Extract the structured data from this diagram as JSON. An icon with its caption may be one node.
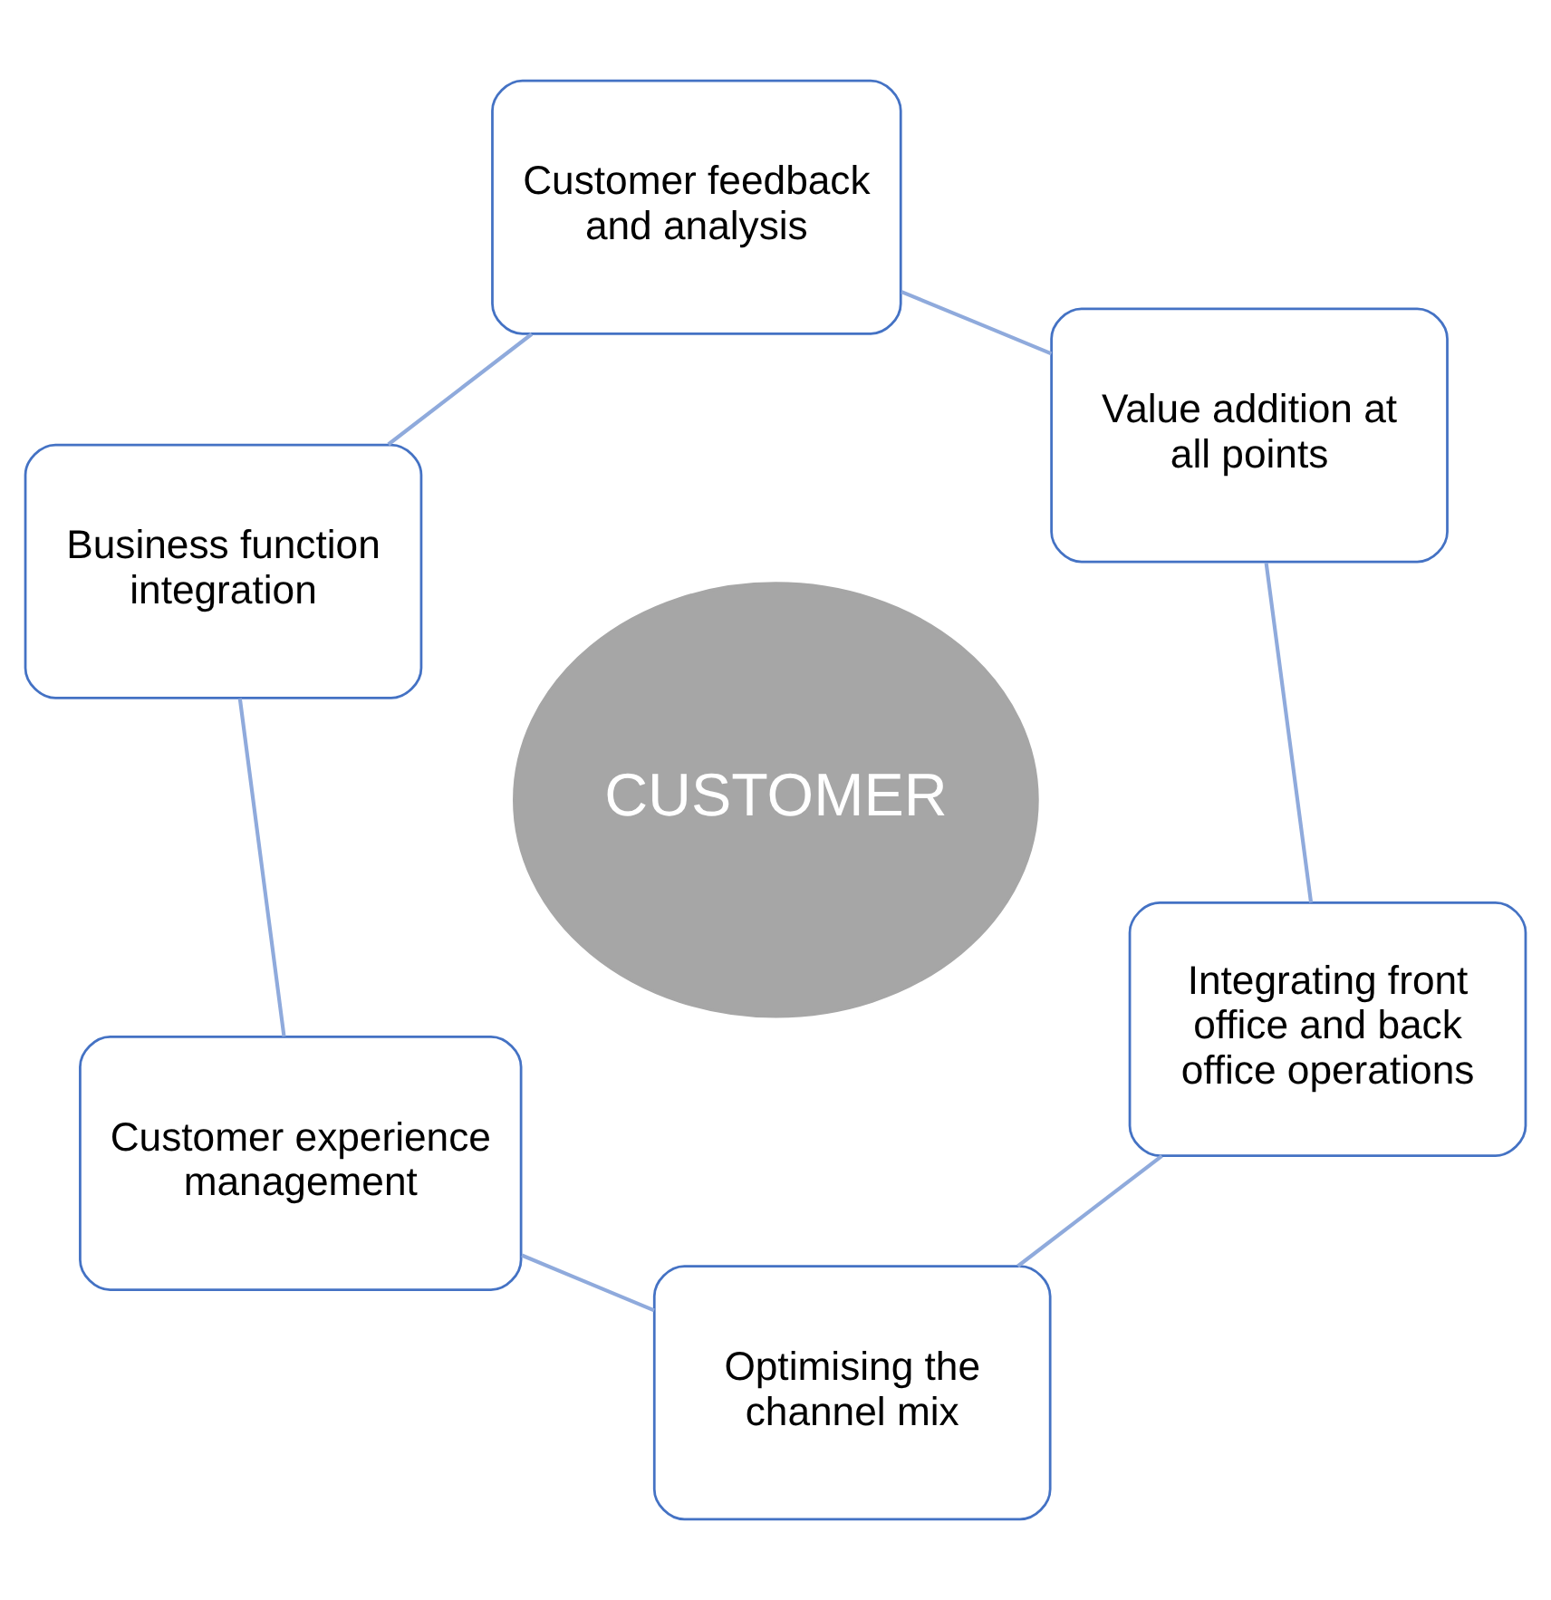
{
  "diagram": {
    "nodes": [
      {
        "text": [
          "Customer feedback and analysis"
        ]
      },
      {
        "text": [
          "Value addition at all points"
        ]
      },
      {
        "text": [
          "Business function integration"
        ]
      },
      {
        "text": [
          "CUSTOMER"
        ]
      },
      {
        "text": [
          "Integrating front office and back office operations"
        ]
      },
      {
        "text": [
          "Customer experience management"
        ]
      },
      {
        "text": [
          "Optimising the channel mix"
        ]
      }
    ],
    "edges": [
      {
        "from": 0,
        "to": 2,
        "arrow": "none"
      },
      {
        "from": 2,
        "to": 5,
        "arrow": "none"
      },
      {
        "from": 5,
        "to": 6,
        "arrow": "none"
      },
      {
        "from": 6,
        "to": 4,
        "arrow": "none"
      },
      {
        "from": 4,
        "to": 1,
        "arrow": "none"
      },
      {
        "from": 1,
        "to": 0,
        "arrow": "none"
      }
    ]
  }
}
